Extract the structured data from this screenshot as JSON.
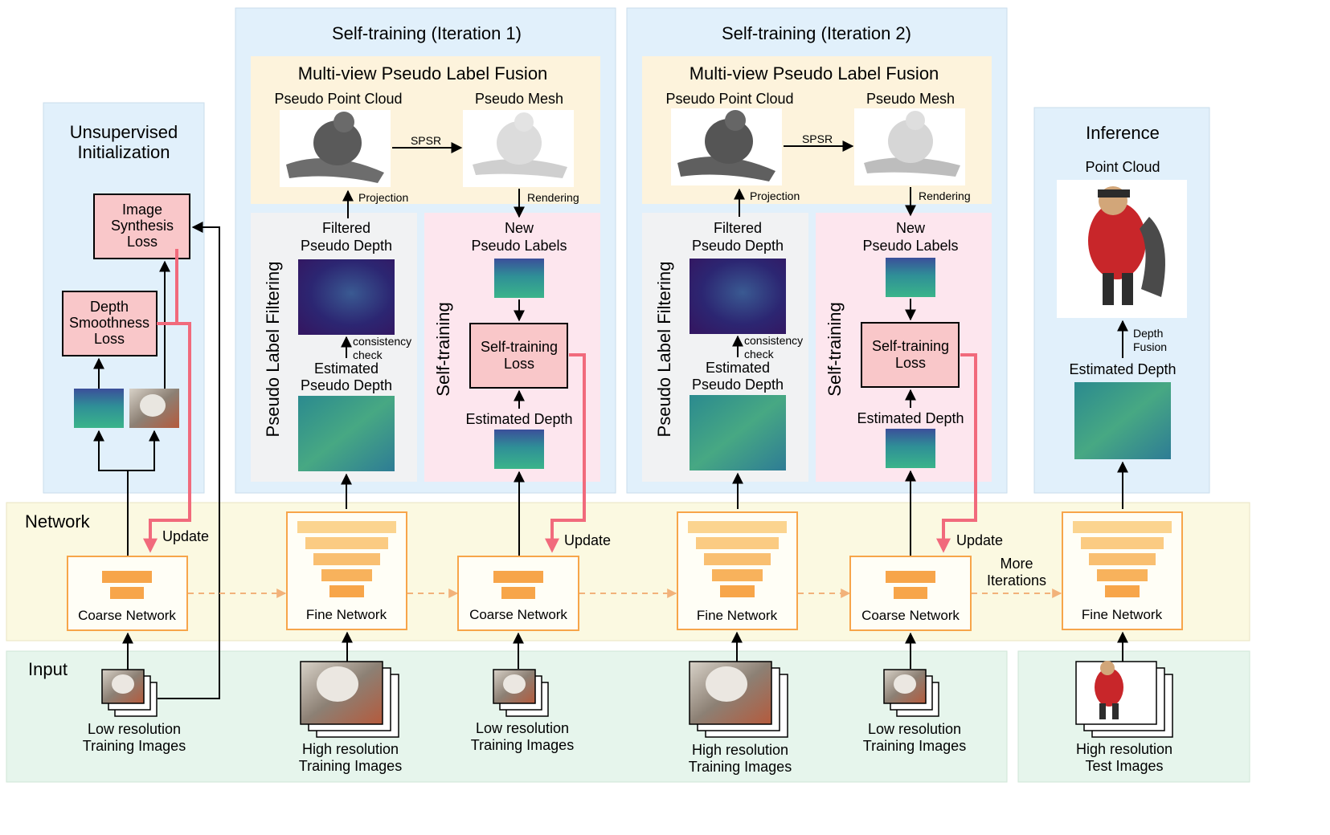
{
  "colors": {
    "blue_panel": "#e1f0fb",
    "yellow_panel": "#fdf3dc",
    "gray_panel": "#f1f2f3",
    "pink_panel": "#fde6ee",
    "network_band": "#fbf9e1",
    "input_band": "#e6f5ec",
    "loss_box": "#f9c7c9",
    "network_orange": "#f7a54a",
    "update_arrow": "#f16a7c",
    "depth_map": "#3a9b8f"
  },
  "init_panel": {
    "title_line1": "Unsupervised",
    "title_line2": "Initialization",
    "image_loss": [
      "Image",
      "Synthesis",
      "Loss"
    ],
    "depth_loss": [
      "Depth",
      "Smoothness",
      "Loss"
    ]
  },
  "iterations": [
    {
      "title": "Self-training (Iteration 1)",
      "fusion_title": "Multi-view Pseudo Label Fusion",
      "point_cloud": "Pseudo Point Cloud",
      "mesh": "Pseudo Mesh",
      "spsr": "SPSR",
      "projection": "Projection",
      "rendering": "Rendering",
      "filter_section": "Pseudo Label Filtering",
      "filtered": [
        "Filtered",
        "Pseudo Depth"
      ],
      "consistency": [
        "consistency",
        "check"
      ],
      "estimated_pseudo": [
        "Estimated",
        "Pseudo Depth"
      ],
      "train_section": "Self-training",
      "new_labels": [
        "New",
        "Pseudo Labels"
      ],
      "loss": [
        "Self-training",
        "Loss"
      ],
      "estimated_depth": "Estimated Depth"
    },
    {
      "title": "Self-training (Iteration 2)",
      "fusion_title": "Multi-view Pseudo Label Fusion",
      "point_cloud": "Pseudo Point Cloud",
      "mesh": "Pseudo Mesh",
      "spsr": "SPSR",
      "projection": "Projection",
      "rendering": "Rendering",
      "filter_section": "Pseudo Label Filtering",
      "filtered": [
        "Filtered",
        "Pseudo Depth"
      ],
      "consistency": [
        "consistency",
        "check"
      ],
      "estimated_pseudo": [
        "Estimated",
        "Pseudo Depth"
      ],
      "train_section": "Self-training",
      "new_labels": [
        "New",
        "Pseudo Labels"
      ],
      "loss": [
        "Self-training",
        "Loss"
      ],
      "estimated_depth": "Estimated Depth"
    }
  ],
  "inference": {
    "title": "Inference",
    "point_cloud": "Point Cloud",
    "depth_fusion": [
      "Depth",
      "Fusion"
    ],
    "estimated_depth": "Estimated Depth"
  },
  "network_band": {
    "label": "Network",
    "update": "Update",
    "more_iterations": [
      "More",
      "Iterations"
    ],
    "networks": [
      "Coarse Network",
      "Fine Network",
      "Coarse Network",
      "Fine Network",
      "Coarse Network",
      "Fine Network"
    ]
  },
  "input_band": {
    "label": "Input",
    "inputs": [
      [
        "Low resolution",
        "Training Images"
      ],
      [
        "High resolution",
        "Training Images"
      ],
      [
        "Low resolution",
        "Training Images"
      ],
      [
        "High resolution",
        "Training Images"
      ],
      [
        "Low resolution",
        "Training Images"
      ],
      [
        "High resolution",
        "Test Images"
      ]
    ]
  }
}
